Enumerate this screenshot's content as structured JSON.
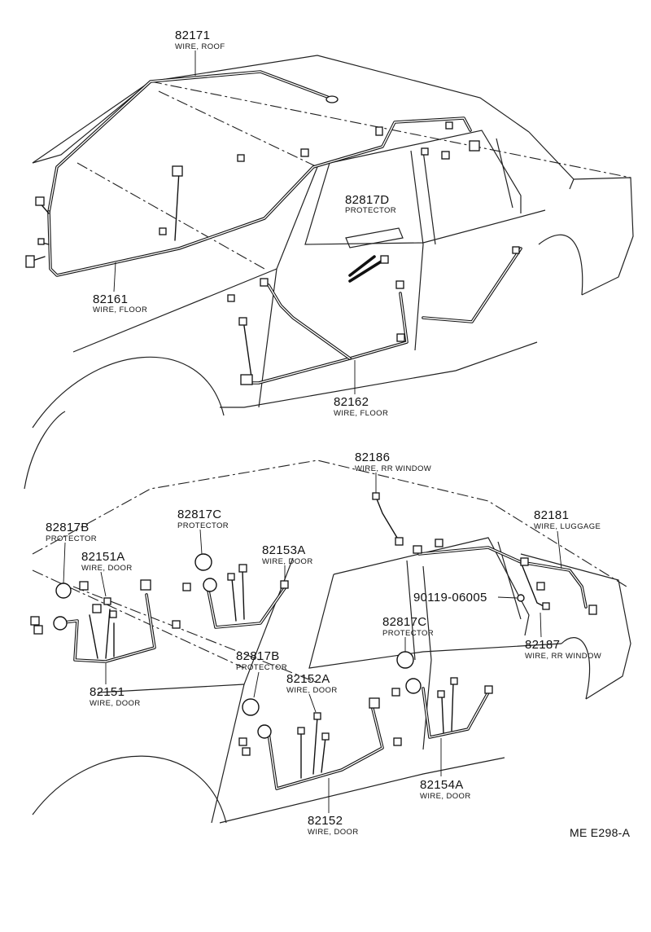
{
  "diagram_code": "ME E298-A",
  "upper_view": {
    "parts": [
      {
        "number": "82171",
        "name": "WIRE, ROOF"
      },
      {
        "number": "82817D",
        "name": "PROTECTOR"
      },
      {
        "number": "82161",
        "name": "WIRE, FLOOR"
      },
      {
        "number": "82162",
        "name": "WIRE, FLOOR"
      }
    ]
  },
  "lower_view": {
    "parts": [
      {
        "number": "82186",
        "name": "WIRE, RR WINDOW"
      },
      {
        "number": "82817B",
        "name": "PROTECTOR"
      },
      {
        "number": "82817C",
        "name": "PROTECTOR"
      },
      {
        "number": "82151A",
        "name": "WIRE, DOOR"
      },
      {
        "number": "82153A",
        "name": "WIRE, DOOR"
      },
      {
        "number": "82181",
        "name": "WIRE, LUGGAGE"
      },
      {
        "number": "90119-06005",
        "name": ""
      },
      {
        "number": "82817C",
        "name": "PROTECTOR"
      },
      {
        "number": "82187",
        "name": "WIRE, RR WINDOW"
      },
      {
        "number": "82817B",
        "name": "PROTECTOR"
      },
      {
        "number": "82152A",
        "name": "WIRE, DOOR"
      },
      {
        "number": "82151",
        "name": "WIRE, DOOR"
      },
      {
        "number": "82154A",
        "name": "WIRE, DOOR"
      },
      {
        "number": "82152",
        "name": "WIRE, DOOR"
      }
    ]
  }
}
